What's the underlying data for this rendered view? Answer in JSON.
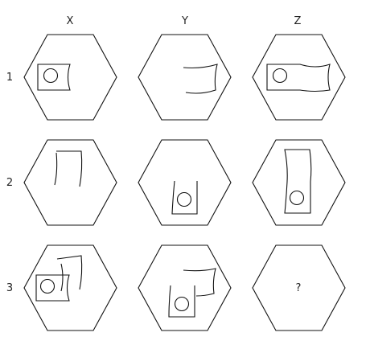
{
  "columns": [
    "X",
    "Y",
    "Z"
  ],
  "rows": [
    "1",
    "2",
    "3"
  ],
  "cells": [
    {
      "row": "1",
      "col": "X",
      "shapes": [
        "square-left-with-circle"
      ]
    },
    {
      "row": "1",
      "col": "Y",
      "shapes": [
        "strip-right"
      ]
    },
    {
      "row": "1",
      "col": "Z",
      "shapes": [
        "strip-long-horizontal-with-circle"
      ]
    },
    {
      "row": "2",
      "col": "X",
      "shapes": [
        "strip-top"
      ]
    },
    {
      "row": "2",
      "col": "Y",
      "shapes": [
        "square-bottom-with-circle"
      ]
    },
    {
      "row": "2",
      "col": "Z",
      "shapes": [
        "strip-long-vertical-with-circle"
      ]
    },
    {
      "row": "3",
      "col": "X",
      "shapes": [
        "square-left-with-circle",
        "strip-top"
      ]
    },
    {
      "row": "3",
      "col": "Y",
      "shapes": [
        "strip-right",
        "square-bottom-with-circle"
      ]
    },
    {
      "row": "3",
      "col": "Z",
      "shapes": [],
      "question": "?"
    }
  ]
}
